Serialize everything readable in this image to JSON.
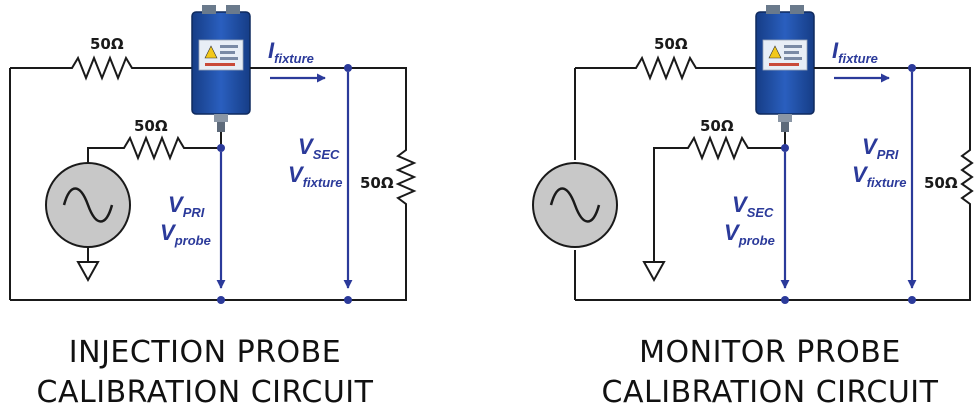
{
  "colors": {
    "wire": "#1a1a1a",
    "signal_blue": "#2b3a9a",
    "probe_body": "#1e4fa8",
    "source_fill": "#c8c8c8"
  },
  "injection": {
    "r_top": "50Ω",
    "r_mid": "50Ω",
    "r_load": "50Ω",
    "i_main": "I",
    "i_sub": "fixture",
    "v1_main": "V",
    "v1_sub": "PRI",
    "v2_main": "V",
    "v2_sub": "probe",
    "v3_main": "V",
    "v3_sub": "SEC",
    "v4_main": "V",
    "v4_sub": "fixture",
    "caption_line1": "INJECTION PROBE",
    "caption_line2": "CALIBRATION CIRCUIT"
  },
  "monitor": {
    "r_top": "50Ω",
    "r_mid": "50Ω",
    "r_load": "50Ω",
    "i_main": "I",
    "i_sub": "fixture",
    "v1_main": "V",
    "v1_sub": "SEC",
    "v2_main": "V",
    "v2_sub": "probe",
    "v3_main": "V",
    "v3_sub": "PRI",
    "v4_main": "V",
    "v4_sub": "fixture",
    "caption_line1": "MONITOR PROBE",
    "caption_line2": "CALIBRATION CIRCUIT"
  }
}
